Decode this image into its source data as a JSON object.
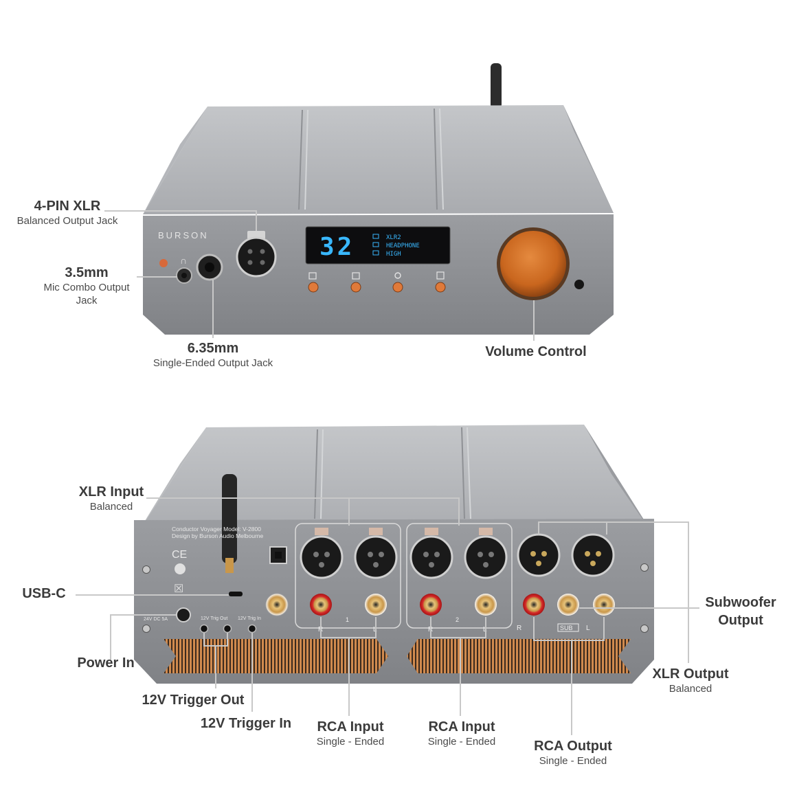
{
  "brand": "BURSON",
  "display": {
    "volume": "32",
    "lines": [
      "XLR2",
      "HEADPHONE",
      "HIGH"
    ]
  },
  "rear_panel": {
    "model_line_1": "Conductor Voyager    Model: V-2800",
    "model_line_2": "Design by Burson Audio Melbourne",
    "ce_mark": "CE",
    "power_label": "24V DC 5A",
    "trig_out_label": "12V Trig Out",
    "trig_in_label": "12V Trig In",
    "rca1_r": "R",
    "rca1_num": "1",
    "rca1_l": "L",
    "rca2_r": "R",
    "rca2_num": "2",
    "rca2_l": "L",
    "out_r": "R",
    "out_sub": "SUB",
    "out_l": "L"
  },
  "callouts": {
    "xlr4": {
      "title": "4-PIN XLR",
      "sub": "Balanced Output Jack"
    },
    "mm35": {
      "title": "3.5mm",
      "sub": "Mic Combo Output Jack"
    },
    "mm635": {
      "title": "6.35mm",
      "sub": "Single-Ended Output Jack"
    },
    "volume": {
      "title": "Volume Control"
    },
    "xlr_in": {
      "title": "XLR Input",
      "sub": "Balanced"
    },
    "usbc": {
      "title": "USB-C"
    },
    "power": {
      "title": "Power In"
    },
    "trig_out": {
      "title": "12V Trigger Out"
    },
    "trig_in": {
      "title": "12V Trigger In"
    },
    "rca_in1": {
      "title": "RCA Input",
      "sub": "Single - Ended"
    },
    "rca_in2": {
      "title": "RCA Input",
      "sub": "Single - Ended"
    },
    "rca_out": {
      "title": "RCA Output",
      "sub": "Single - Ended"
    },
    "sub_out": {
      "title": "Subwoofer Output"
    },
    "xlr_out": {
      "title": "XLR Output",
      "sub": "Balanced"
    }
  },
  "colors": {
    "knob": "#c9661e",
    "display_text": "#39b8ff",
    "button": "#e07a3a",
    "chassis": "#8e9094",
    "heatsink": "#c9864e",
    "leader": "#c8c8c8"
  }
}
